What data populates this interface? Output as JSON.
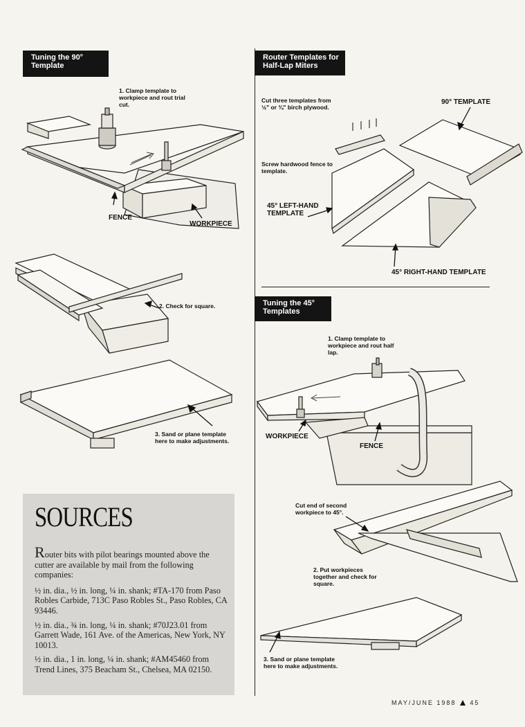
{
  "left": {
    "header": [
      "Tuning the 90°",
      "Template"
    ],
    "step1": [
      "1. Clamp template to",
      "workpiece and rout trial",
      "cut."
    ],
    "fence_label": "FENCE",
    "workpiece_label": "WORKPIECE",
    "step2": "2. Check for square.",
    "step3": [
      "3. Sand or plane template",
      "here to make adjustments."
    ]
  },
  "right_top": {
    "header": [
      "Router Templates for",
      "Half-Lap Miters"
    ],
    "cut_note": [
      "Cut three templates from",
      "½\" or ¾\" birch plywood."
    ],
    "template90": "90° TEMPLATE",
    "screw_note": [
      "Screw hardwood fence to",
      "template."
    ],
    "left_hand": [
      "45° LEFT-HAND",
      "TEMPLATE"
    ],
    "right_hand": "45° RIGHT-HAND TEMPLATE"
  },
  "right_bottom": {
    "header": [
      "Tuning the 45°",
      "Templates"
    ],
    "step1": [
      "1. Clamp template to",
      "workpiece and rout half",
      "lap."
    ],
    "workpiece_label": "WORKPIECE",
    "fence_label": "FENCE",
    "cut_end": [
      "Cut end of second",
      "workpiece to 45°."
    ],
    "step2": [
      "2. Put workpieces",
      "together and check for",
      "square."
    ],
    "step3": [
      "3. Sand or plane template",
      "here to make adjustments."
    ]
  },
  "sources": {
    "title": "SOURCES",
    "dropcap": "R",
    "intro": "outer bits with pilot bearings mounted above the cutter are available by mail from the following companies:",
    "items": [
      "½ in. dia., ½ in. long, ¼ in. shank; #TA-170 from Paso Robles Carbide, 713C Paso Robles St., Paso Robles, CA 93446.",
      "½ in. dia., ¾ in. long, ¼ in. shank; #70J23.01 from Garrett Wade, 161 Ave. of the Americas, New York, NY 10013.",
      "½ in. dia., 1 in. long, ¼ in. shank; #AM45460 from Trend Lines, 375 Beacham St., Chelsea, MA 02150."
    ]
  },
  "folio": {
    "issue": "MAY/JUNE 1988",
    "page": "45"
  }
}
